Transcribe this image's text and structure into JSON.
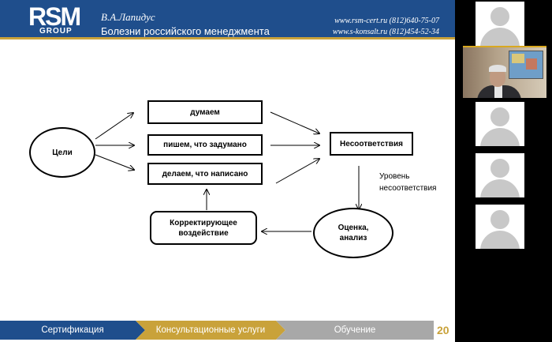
{
  "header": {
    "logo_big": "RSM",
    "logo_group": "GROUP",
    "author": "В.А.Лапидус",
    "title": "Болезни российского менеджмента",
    "contact1": "www.rsm-cert.ru (812)640-75-07",
    "contact2": "www.s-konsalt.ru (812)454-52-34"
  },
  "diagram": {
    "goals": "Цели",
    "think": "думаем",
    "write": "пишем, что задумано",
    "do": "делаем, что написано",
    "mismatch": "Несоответствия",
    "level": "Уровень несоответствия",
    "evaluation": "Оценка, анализ",
    "correction": "Корректирующее воздействие"
  },
  "footer": {
    "tab1": "Сертификация",
    "tab2": "Консультационные услуги",
    "tab3": "Обучение",
    "page": "20"
  },
  "colors": {
    "brand_blue": "#1f4e8c",
    "brand_gold": "#c9a23a",
    "footer_gray": "#a8a8a8"
  },
  "participants": {
    "placeholder_icon": "avatar-placeholder-icon",
    "tiles": 4,
    "video_tiles": 1
  }
}
